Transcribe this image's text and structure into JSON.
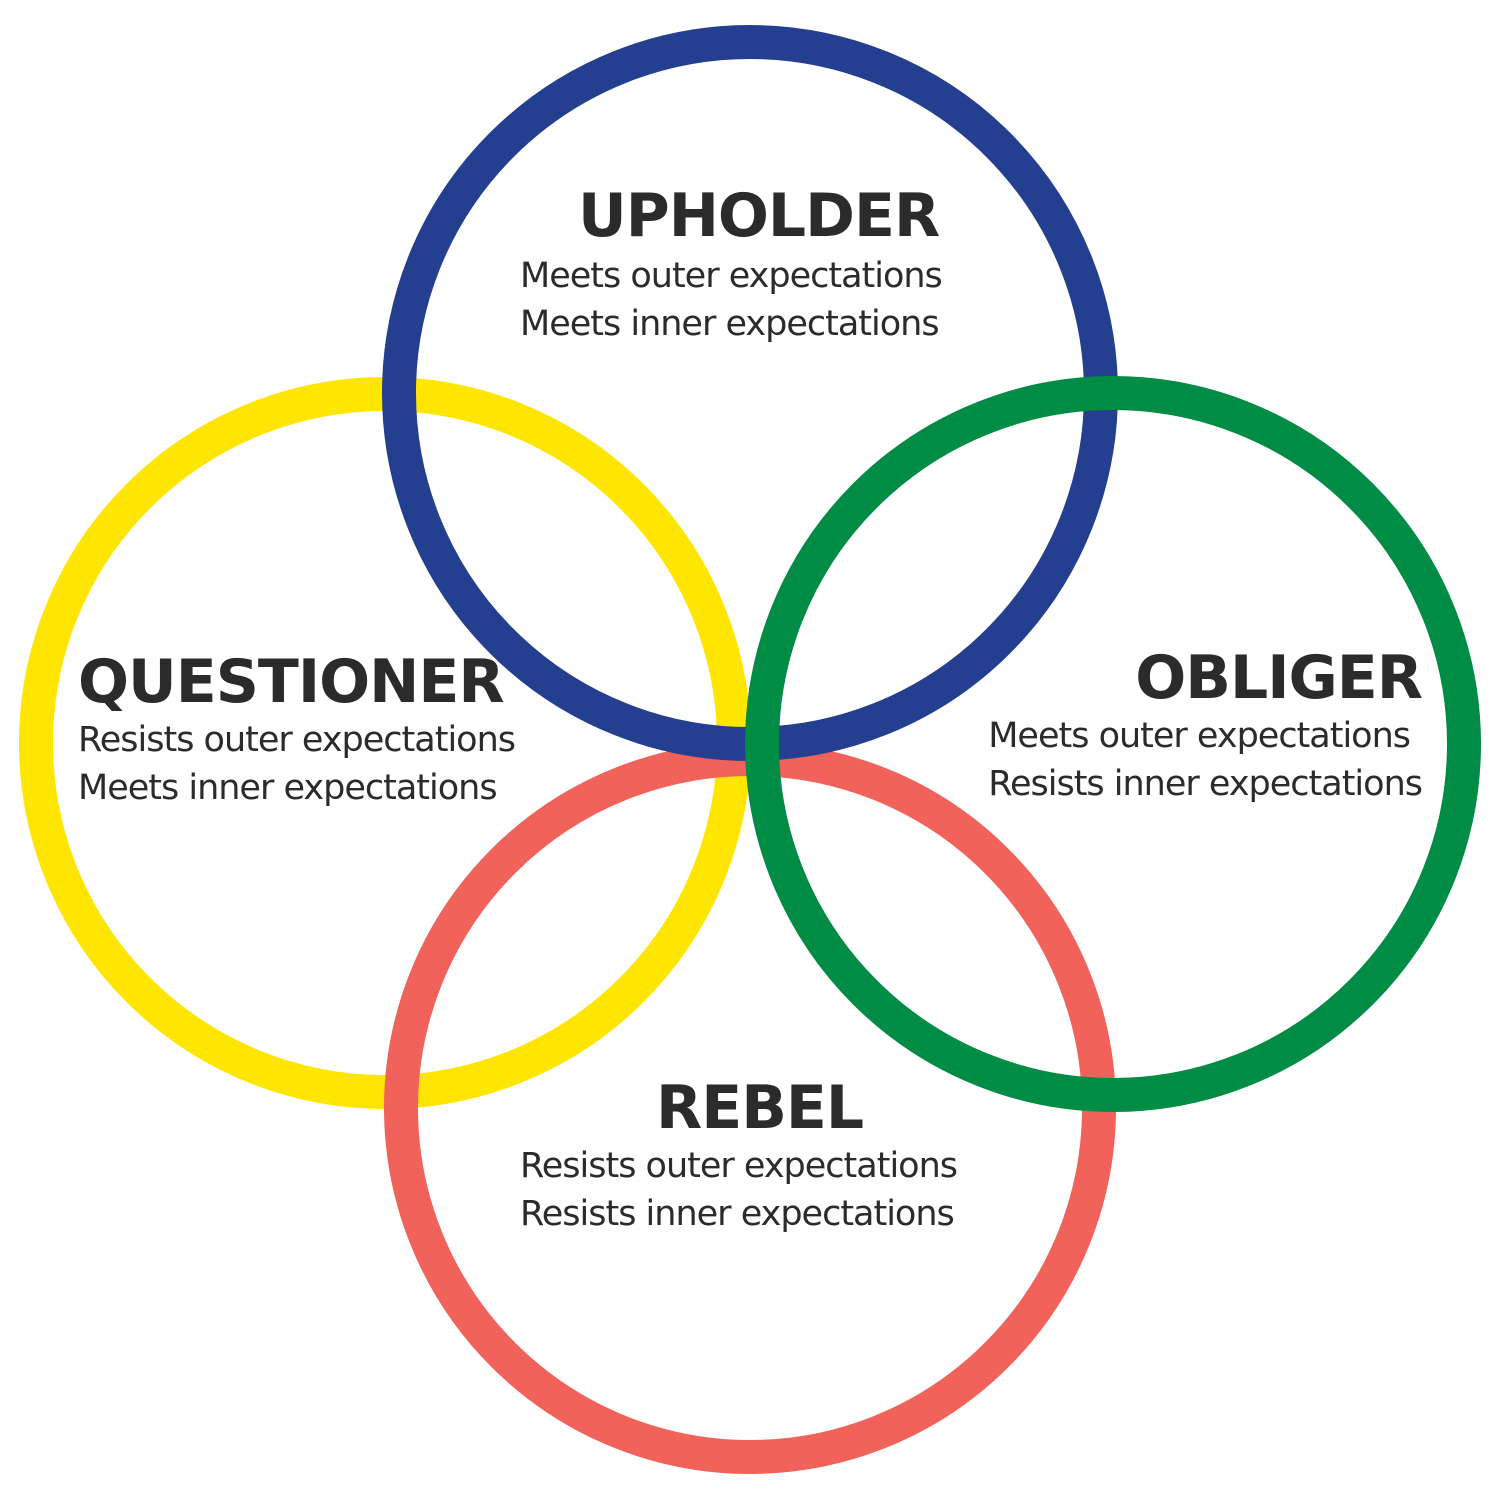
{
  "colors": {
    "upholder": "#243f8f",
    "questioner": "#ffe600",
    "obliger": "#008c44",
    "rebel": "#f0625a",
    "text": "#2b2b2b"
  },
  "tendencies": {
    "upholder": {
      "title": "UPHOLDER",
      "line1": "Meets outer expectations",
      "line2": "Meets inner expectations"
    },
    "questioner": {
      "title": "QUESTIONER",
      "line1": "Resists outer expectations",
      "line2": "Meets inner expectations"
    },
    "obliger": {
      "title": "OBLIGER",
      "line1": "Meets outer expectations",
      "line2": "Resists inner expectations"
    },
    "rebel": {
      "title": "REBEL",
      "line1": "Resists outer expectations",
      "line2": "Resists inner expectations"
    }
  }
}
